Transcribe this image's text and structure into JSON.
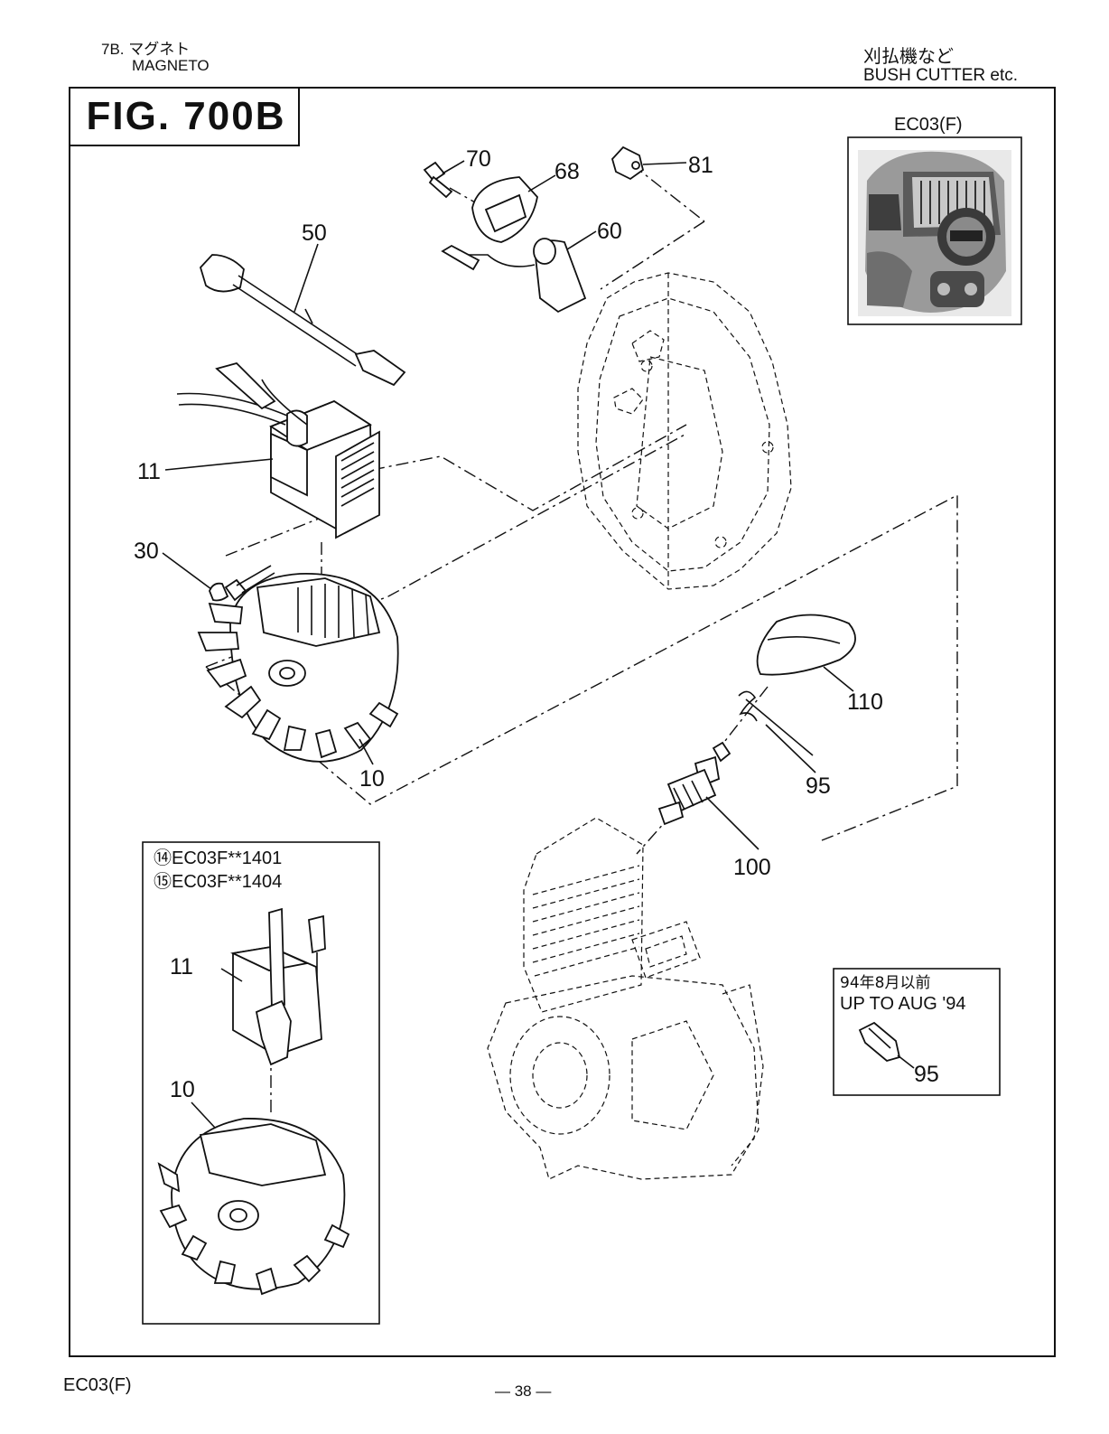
{
  "header": {
    "section_code_jp": "7B. マグネト",
    "section_name_en": "MAGNETO",
    "category_jp": "刈払機など",
    "category_en": "BUSH CUTTER etc."
  },
  "figure": {
    "title": "FIG. 700B"
  },
  "inset_photo": {
    "label": "EC03(F)"
  },
  "callouts": {
    "p70": "70",
    "p68": "68",
    "p81": "81",
    "p60": "60",
    "p50": "50",
    "p11": "11",
    "p30": "30",
    "p10": "10",
    "p110": "110",
    "p95": "95",
    "p100": "100"
  },
  "variant_box": {
    "line1": "⑭EC03F**1401",
    "line2": "⑮EC03F**1404",
    "callout_11": "11",
    "callout_10": "10"
  },
  "aug_box": {
    "line1": "94年8月以前",
    "line2": "UP TO AUG '94",
    "callout_95": "95"
  },
  "footer": {
    "model": "EC03(F)",
    "page": "— 38 —"
  }
}
